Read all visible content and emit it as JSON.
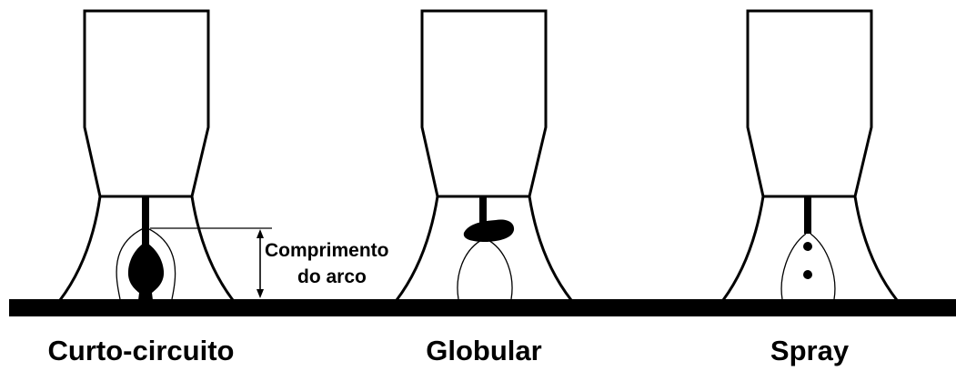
{
  "labels": {
    "dimension_line1": "Comprimento",
    "dimension_line2": "do arco",
    "mode_1": "Curto-circuito",
    "mode_2": "Globular",
    "mode_3": "Spray"
  },
  "colors": {
    "ink": "#000000",
    "background": "#ffffff"
  }
}
